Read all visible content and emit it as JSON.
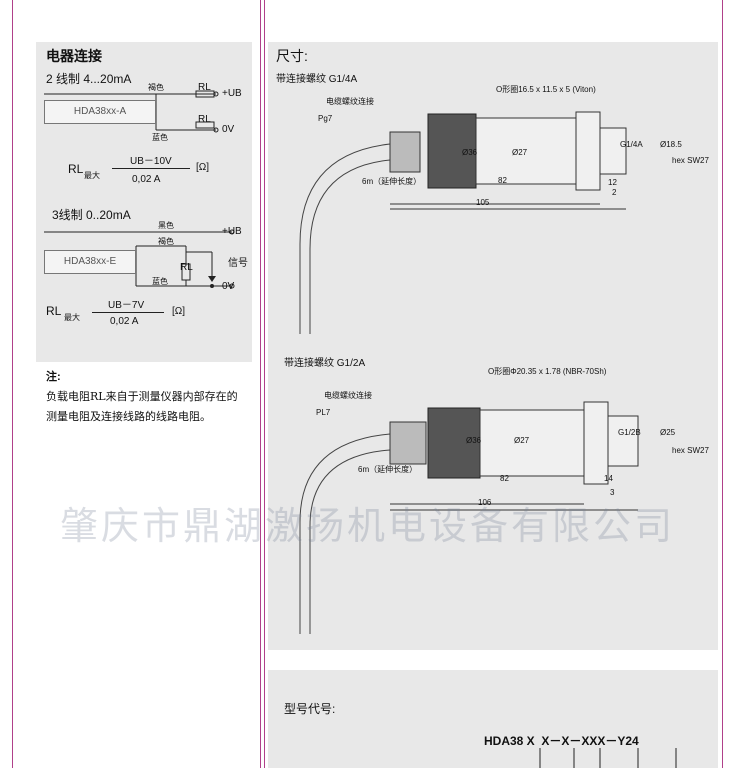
{
  "left": {
    "section_title": "电器连接",
    "wiring2": {
      "title": "2 线制 4...20mA",
      "device": "HDA38xx-A",
      "wire_brown": "褐色",
      "wire_blue": "蓝色",
      "rl": "RL",
      "plus_ub": "+UB",
      "zero_v": "0V",
      "formula_lhs": "RL",
      "formula_sub": "最大",
      "formula_num": "UB－10V",
      "formula_den": "0,02 A",
      "formula_unit": "[Ω]"
    },
    "wiring3": {
      "title": "3线制 0..20mA",
      "device": "HDA38xx-E",
      "wire_black": "黑色",
      "wire_brown": "褐色",
      "wire_blue": "蓝色",
      "rl": "RL",
      "signal": "信号",
      "plus_ub": "+UB",
      "zero_v": "0V",
      "formula_lhs": "RL",
      "formula_sub": "最大",
      "formula_num": "UB－7V",
      "formula_den": "0,02 A",
      "formula_unit": "[Ω]"
    },
    "note_title": "注:",
    "note_line1": "负载电阻RL来自于测量仪器内部存在的",
    "note_line2": "测量电阻及连接线路的线路电阻。"
  },
  "right": {
    "section_title": "尺寸:",
    "drawing1": {
      "title": "带连接螺纹 G1/4A",
      "oring": "O形圈16.5 x 11.5 x 5 (Viton)",
      "cable_conn": "电缆螺纹连接",
      "pg": "Pg7",
      "cable_len": "6m（延伸长度）",
      "dim_82": "82",
      "dim_105": "105",
      "dim_12": "12",
      "dim_2": "2",
      "dim_d36": "Ø36",
      "dim_d27": "Ø27",
      "dim_g14": "G1/4A",
      "dim_d185": "Ø18.5",
      "dim_hex": "hex SW27"
    },
    "drawing2": {
      "title": "带连接螺纹 G1/2A",
      "oring": "O形圈Φ20.35 x 1.78 (NBR-70Sh)",
      "cable_conn": "电缆螺纹连接",
      "pg": "PL7",
      "cable_len": "6m（延伸长度）",
      "dim_82": "82",
      "dim_106": "106",
      "dim_14": "14",
      "dim_3": "3",
      "dim_d36": "Ø36",
      "dim_d27": "Ø27",
      "dim_g12": "G1/2B",
      "dim_d25": "Ø25",
      "dim_hex": "hex SW27"
    },
    "model_title": "型号代号:",
    "model_code": "HDA38 X  X－X－XXX－Y24"
  },
  "watermark": "肇庆市鼎湖激扬机电设备有限公司"
}
